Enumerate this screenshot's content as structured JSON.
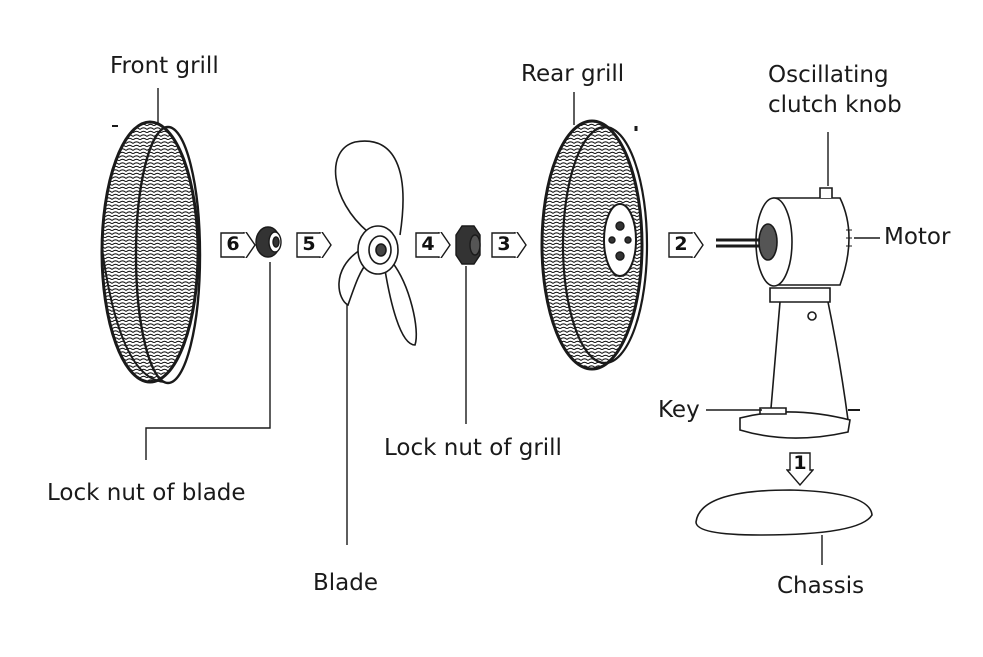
{
  "labels": {
    "front_grill": "Front grill",
    "rear_grill": "Rear grill",
    "oscillating_clutch_knob_line1": "Oscillating",
    "oscillating_clutch_knob_line2": "clutch knob",
    "motor": "Motor",
    "key": "Key",
    "lock_nut_of_grill": "Lock nut of grill",
    "lock_nut_of_blade": "Lock nut of blade",
    "blade": "Blade",
    "chassis": "Chassis"
  },
  "steps": {
    "s1": "1",
    "s2": "2",
    "s3": "3",
    "s4": "4",
    "s5": "5",
    "s6": "6"
  },
  "colors": {
    "line": "#1a1a1a",
    "background": "#ffffff"
  }
}
